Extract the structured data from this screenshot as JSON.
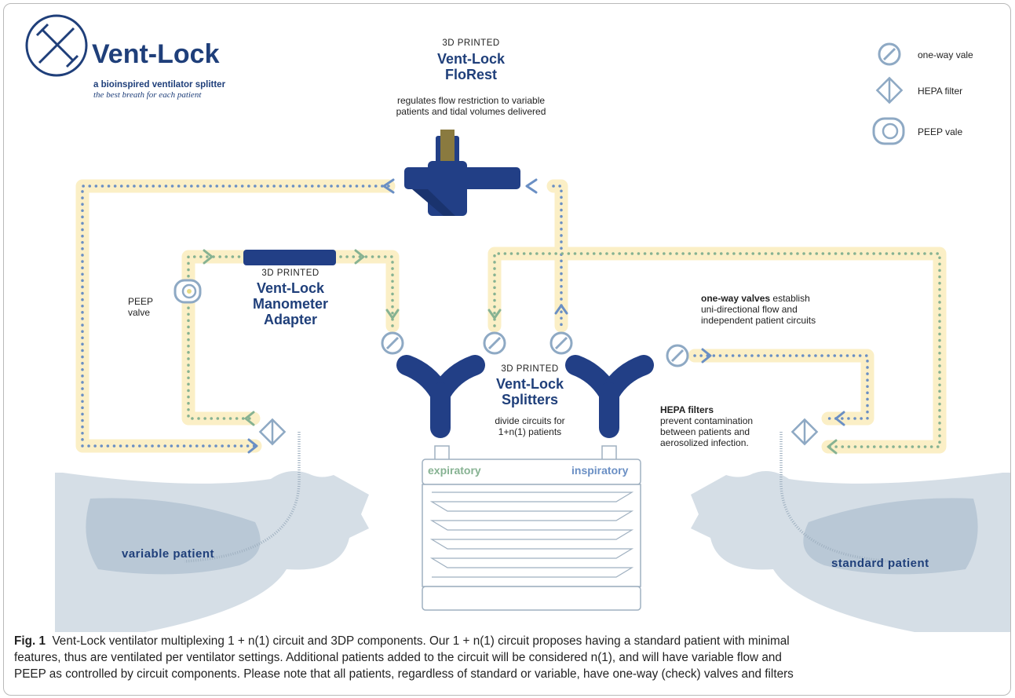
{
  "brand": {
    "name": "Vent-Lock",
    "tagline": "a bioinspired ventilator splitter",
    "subtagline": "the best breath for each patient",
    "color": "#1f3f7a"
  },
  "florest": {
    "tag": "3D PRINTED",
    "title_line1": "Vent-Lock",
    "title_line2": "FloRest",
    "desc_line1": "regulates flow restriction to variable",
    "desc_line2": "patients and tidal volumes delivered"
  },
  "manometer": {
    "tag": "3D PRINTED",
    "title_line1": "Vent-Lock",
    "title_line2": "Manometer",
    "title_line3": "Adapter"
  },
  "splitters": {
    "tag": "3D PRINTED",
    "title_line1": "Vent-Lock",
    "title_line2": "Splitters",
    "desc_line1": "divide circuits for",
    "desc_line2": "1+n(1) patients"
  },
  "peep_label": {
    "line1": "PEEP",
    "line2": "valve"
  },
  "oneway_note": {
    "bold": "one-way valves",
    "rest1": " establish",
    "line2": "uni-directional flow and",
    "line3": "independent patient circuits"
  },
  "hepa_note": {
    "bold": "HEPA filters",
    "line2": "prevent contamination",
    "line3": "between patients and",
    "line4": "aerosolized infection."
  },
  "ventilator": {
    "expiratory": "expiratory",
    "inspiratory": "inspiratory"
  },
  "patients": {
    "left": "variable patient",
    "right": "standard patient"
  },
  "legend": {
    "items": [
      {
        "icon": "one-way-valve-icon",
        "label": "one-way vale"
      },
      {
        "icon": "hepa-filter-icon",
        "label": "HEPA filter"
      },
      {
        "icon": "peep-valve-icon",
        "label": "PEEP vale"
      }
    ]
  },
  "colors": {
    "tube": "#fbefc6",
    "inspiratory_dots": "#6a8fc4",
    "expiratory_dots": "#86b292",
    "component": "#223f86",
    "patient": "#d5dee6",
    "lung": "#b9c8d6",
    "icon": "#8ea9c4"
  },
  "caption": {
    "label": "Fig. 1",
    "line1": "Vent-Lock ventilator multiplexing 1 + n(1) circuit and 3DP components. Our 1 + n(1) circuit proposes having a standard patient with minimal",
    "line2": "features, thus are ventilated per ventilator settings. Additional patients added to the circuit will be considered n(1), and will have variable flow and",
    "line3": "PEEP as controlled by circuit components. Please note that all patients, regardless of standard or variable, have one-way (check) valves and filters"
  }
}
